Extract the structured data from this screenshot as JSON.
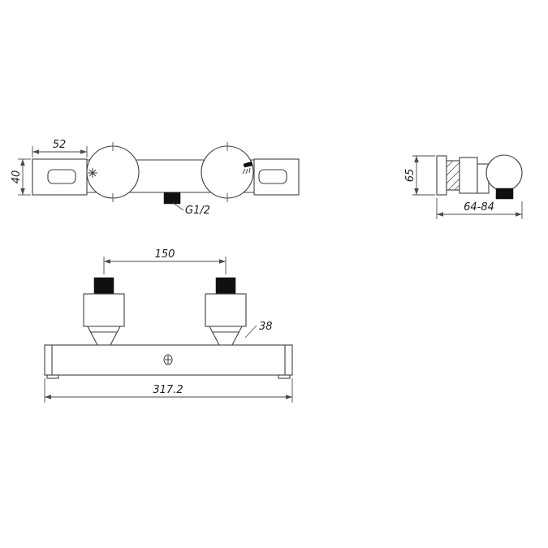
{
  "colors": {
    "line": "#3f3f3f",
    "solid_fill": "#101010",
    "background": "#ffffff",
    "text": "#1c1c1c"
  },
  "dimensions": {
    "end_cap_width": "52",
    "bar_height": "40",
    "outlet_thread": "G1/2",
    "side_height": "65",
    "depth_range": "64-84",
    "handle_spacing": "150",
    "neck_diameter": "38",
    "overall_width": "317.2"
  }
}
